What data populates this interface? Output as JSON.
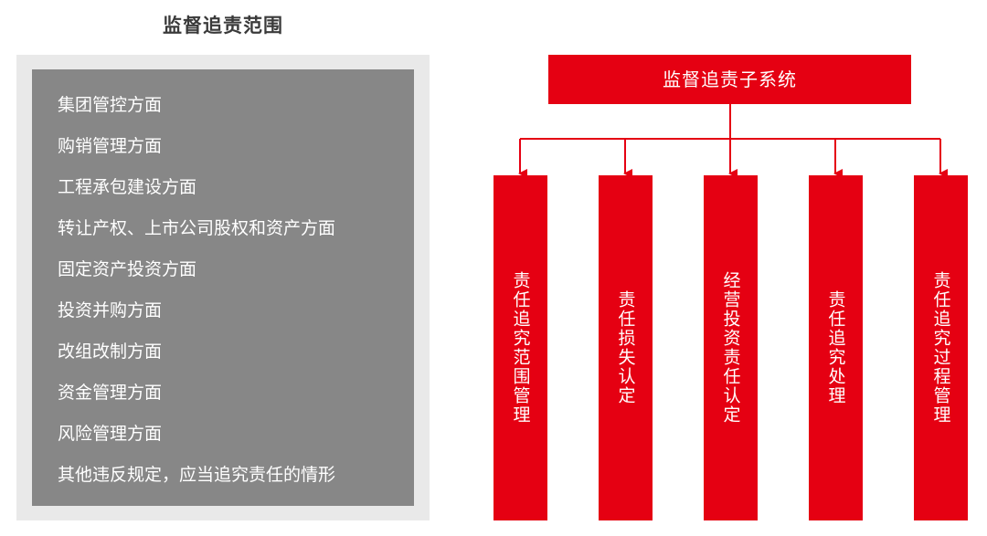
{
  "left_panel": {
    "title": "监督追责范围",
    "items": [
      "集团管控方面",
      "购销管理方面",
      "工程承包建设方面",
      "转让产权、上市公司股权和资产方面",
      "固定资产投资方面",
      "投资并购方面",
      "改组改制方面",
      "资金管理方面",
      "风险管理方面",
      "其他违反规定，应当追究责任的情形"
    ]
  },
  "diagram": {
    "root": "监督追责子系统",
    "children": [
      "责任追究范围管理",
      "责任损失认定",
      "经营投资责任认定",
      "责任追究处理",
      "责任追究过程管理"
    ]
  },
  "colors": {
    "accent_red": "#e50012",
    "panel_gray": "#878787",
    "panel_bg": "#e9e9e9"
  }
}
